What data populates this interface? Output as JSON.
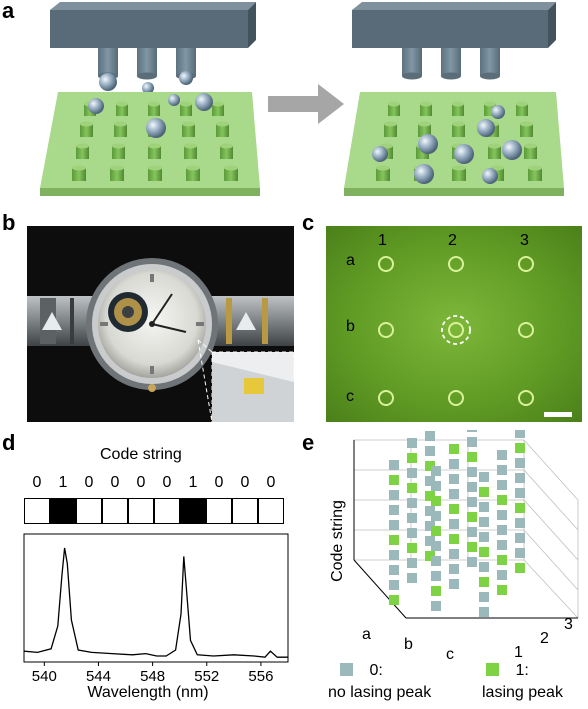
{
  "panels": {
    "a": {
      "label": "a"
    },
    "b": {
      "label": "b"
    },
    "c": {
      "label": "c",
      "columns": [
        "1",
        "2",
        "3"
      ],
      "rows": [
        "a",
        "b",
        "c"
      ]
    },
    "d": {
      "label": "d",
      "code_title": "Code string",
      "code_bits": [
        "0",
        "1",
        "0",
        "0",
        "0",
        "0",
        "1",
        "0",
        "0",
        "0"
      ]
    },
    "e": {
      "label": "e",
      "z_label": "Code string",
      "x_ticks": [
        "a",
        "b",
        "c"
      ],
      "y_ticks": [
        "1",
        "2",
        "3"
      ],
      "legend": [
        {
          "symbol": "0:",
          "text": "no lasing peak",
          "color": "#9bb8bb"
        },
        {
          "symbol": "1:",
          "text": "lasing peak",
          "color": "#7ed344"
        }
      ]
    }
  },
  "chart_data": {
    "type": "line",
    "xlabel": "Wavelength (nm)",
    "ylabel": "",
    "xlim": [
      538.5,
      558
    ],
    "x_ticks": [
      "540",
      "544",
      "548",
      "552",
      "556"
    ],
    "x_tick_values": [
      540,
      544,
      548,
      552,
      556
    ],
    "series": [
      {
        "x": [
          538.5,
          539.5,
          540.5,
          541.0,
          541.3,
          541.5,
          541.7,
          542.0,
          542.5,
          543.5,
          545,
          546.5,
          547.5,
          548.3,
          549.0,
          549.7,
          550.1,
          550.3,
          550.5,
          550.8,
          551.3,
          552.5,
          554,
          555.5,
          556.3,
          556.7,
          557.2,
          558
        ],
        "y": [
          0.09,
          0.08,
          0.11,
          0.3,
          0.72,
          0.95,
          0.82,
          0.35,
          0.1,
          0.08,
          0.07,
          0.06,
          0.07,
          0.05,
          0.05,
          0.1,
          0.4,
          0.88,
          0.6,
          0.18,
          0.06,
          0.05,
          0.06,
          0.05,
          0.04,
          0.09,
          0.04,
          0.04
        ]
      }
    ]
  }
}
